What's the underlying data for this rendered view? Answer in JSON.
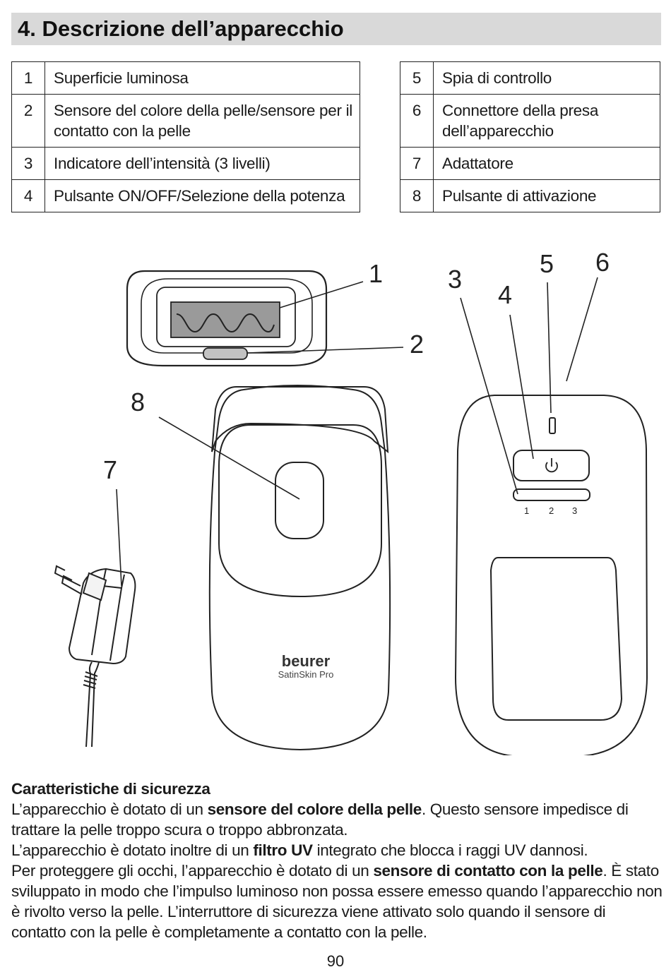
{
  "section": {
    "title": "4. Descrizione dell’apparecchio"
  },
  "parts": {
    "left": [
      {
        "num": "1",
        "label": "Superficie luminosa"
      },
      {
        "num": "2",
        "label": "Sensore del colore della pelle/sensore per il contatto con la pelle"
      },
      {
        "num": "3",
        "label": "Indicatore dell’intensità (3 livelli)"
      },
      {
        "num": "4",
        "label": "Pulsante ON/OFF/Selezione della potenza"
      }
    ],
    "right": [
      {
        "num": "5",
        "label": "Spia di controllo"
      },
      {
        "num": "6",
        "label": "Connettore della presa dell’apparecchio"
      },
      {
        "num": "7",
        "label": "Adattatore"
      },
      {
        "num": "8",
        "label": "Pulsante di attivazione"
      }
    ]
  },
  "illustration": {
    "callouts": [
      "1",
      "2",
      "3",
      "4",
      "5",
      "6",
      "7",
      "8"
    ],
    "brand": "beurer",
    "model": "SatinSkin Pro",
    "intensity_levels": [
      "1",
      "2",
      "3"
    ],
    "icons": [
      "power-icon",
      "wave-icon"
    ]
  },
  "safety": {
    "heading": "Caratteristiche di sicurezza",
    "p1_a": "L’apparecchio è dotato di un ",
    "p1_b": "sensore del colore della pelle",
    "p1_c": ". Questo sensore impedisce di trattare la pelle troppo scura o troppo abbronzata.",
    "p2_a": "L’apparecchio è dotato inoltre di un ",
    "p2_b": "filtro UV",
    "p2_c": " integrato che blocca i raggi UV dannosi.",
    "p3_a": "Per proteggere gli occhi, l’apparecchio è dotato di un ",
    "p3_b": "sensore di contatto con la pelle",
    "p3_c": ". È stato sviluppato in modo che l’impulso luminoso non possa essere emesso quando l’apparecchio non è rivolto verso la pelle. L’interruttore di sicurezza viene attivato solo quando il sensore di contatto con la pelle è completamente a contatto con la pelle."
  },
  "page": {
    "number": "90"
  }
}
